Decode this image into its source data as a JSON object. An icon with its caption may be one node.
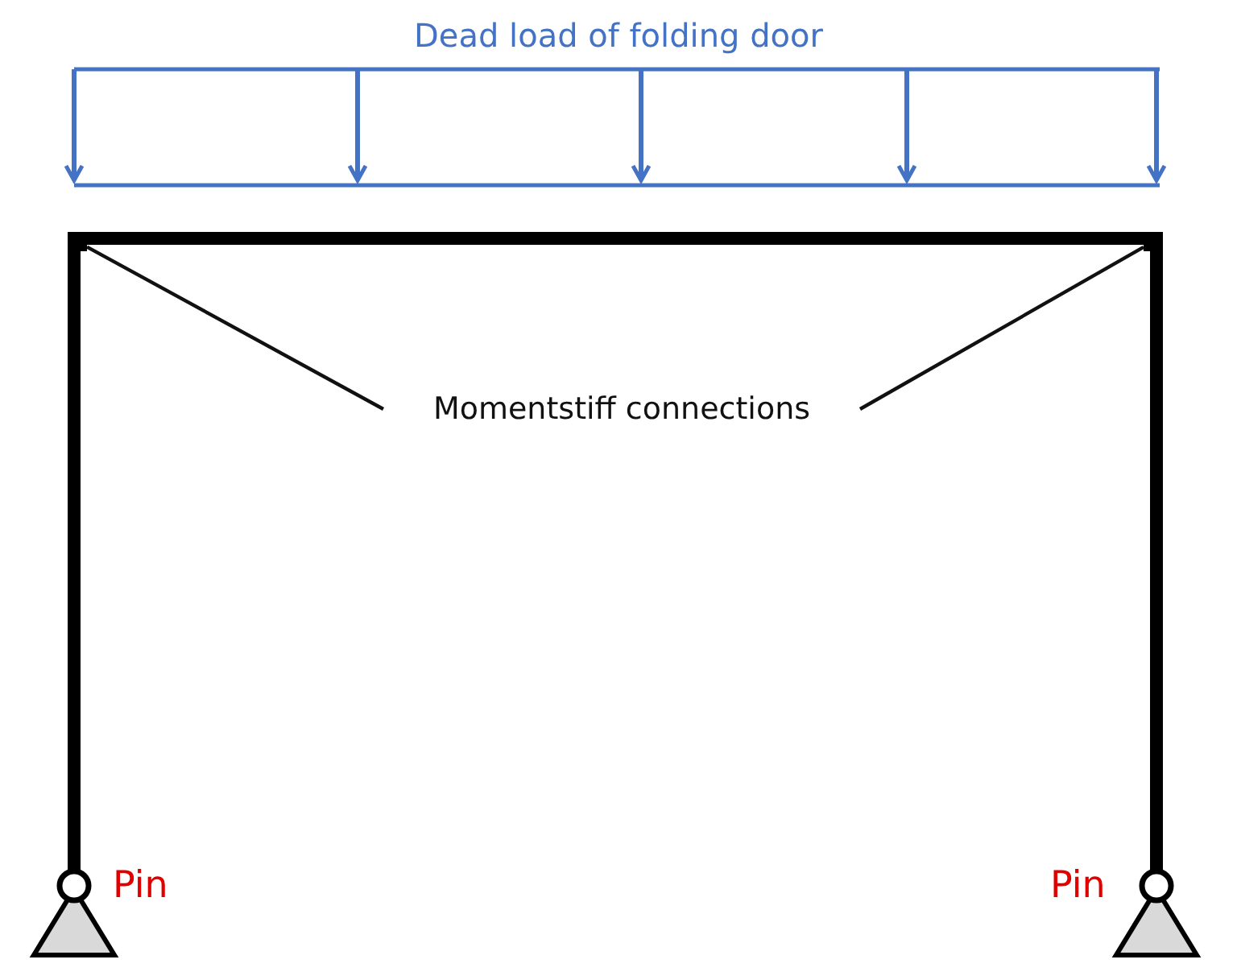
{
  "diagram": {
    "nodes": [
      {
        "text": [
          "Momentstiff connections"
        ]
      },
      {
        "text": [],
        "shape": "box"
      },
      {
        "text": [],
        "shape": "box"
      }
    ],
    "edges": [
      {
        "from": 0,
        "to": 1,
        "arrow": "none"
      },
      {
        "from": 0,
        "to": 2,
        "arrow": "none"
      }
    ],
    "labels": [
      "Dead load of folding door",
      "Pin",
      "Pin"
    ]
  }
}
